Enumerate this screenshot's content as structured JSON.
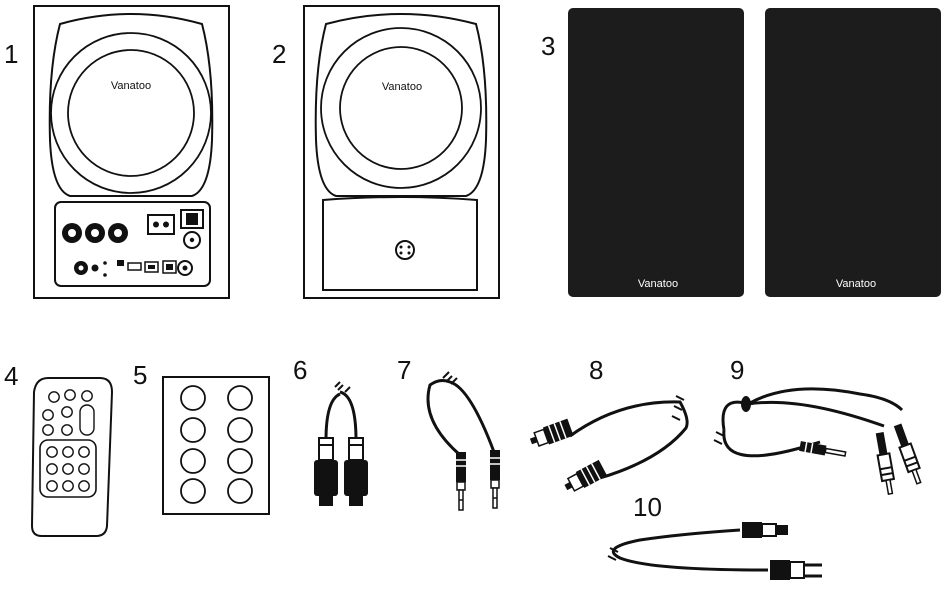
{
  "figure": {
    "items": [
      {
        "number": "1"
      },
      {
        "number": "2"
      },
      {
        "number": "3"
      },
      {
        "number": "4"
      },
      {
        "number": "5"
      },
      {
        "number": "6"
      },
      {
        "number": "7"
      },
      {
        "number": "8"
      },
      {
        "number": "9"
      },
      {
        "number": "10"
      }
    ],
    "brand": "Vanatoo",
    "colors": {
      "ink": "#111111",
      "grille": "#1c1c1c",
      "paper": "#ffffff"
    }
  }
}
